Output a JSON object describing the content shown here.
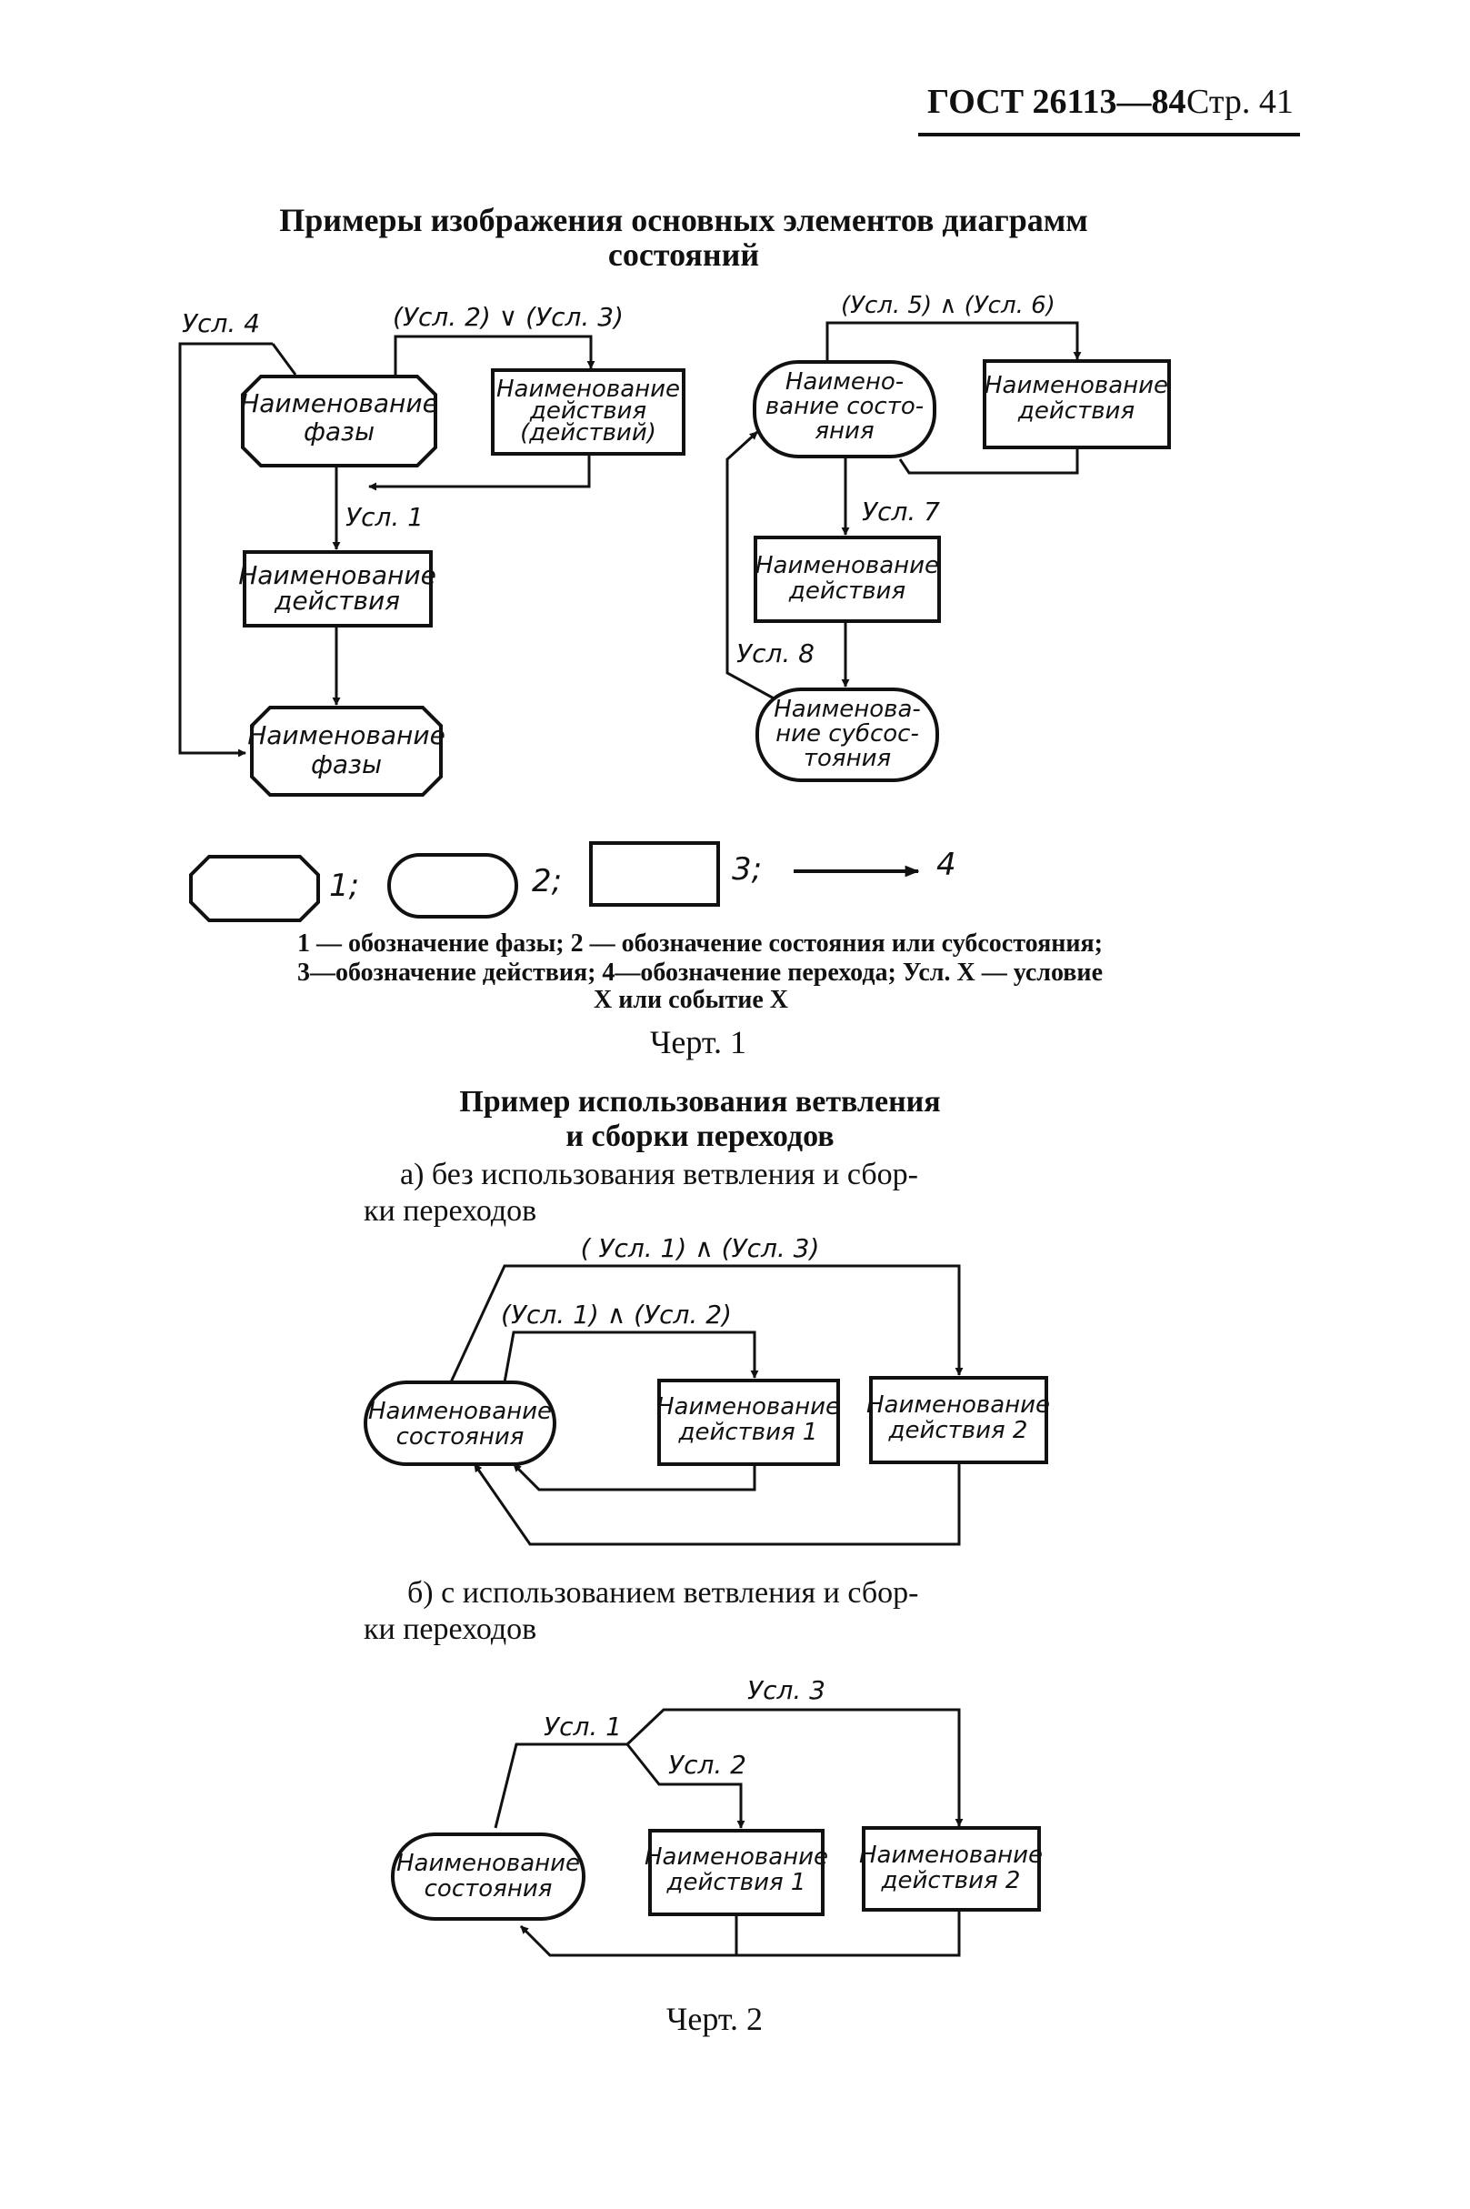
{
  "header": {
    "gost": "ГОСТ 26113—84",
    "page": "Стр. 41"
  },
  "chart1": {
    "title_line1": "Примеры изображения основных элементов диаграмм",
    "title_line2": "состояний",
    "left": {
      "cond4": "Усл. 4",
      "cond23": "(Усл. 2) ∨ (Усл. 3)",
      "phase1": [
        "Наименование",
        "фазы"
      ],
      "action1": [
        "Наименование",
        "действия",
        "(действий)"
      ],
      "cond1": "Усл. 1",
      "action2": [
        "Наименование",
        "действия"
      ],
      "phase2": [
        "Наименование",
        "фазы"
      ]
    },
    "right": {
      "cond56": "(Усл. 5) ∧ (Усл. 6)",
      "state": [
        "Наимено-",
        "вание состо-",
        "яния"
      ],
      "action1": [
        "Наименование",
        "действия"
      ],
      "cond7": "Усл. 7",
      "action2": [
        "Наименование",
        "действия"
      ],
      "cond8": "Усл. 8",
      "substate": [
        "Наименова-",
        "ние субсос-",
        "тояния"
      ]
    },
    "legend_marks": [
      "1;",
      "2;",
      "3;",
      "4"
    ],
    "legend_line1": "1 — обозначение фазы; 2 — обозначение состояния или субсостояния;",
    "legend_line2": "3—обозначение действия; 4—обозначение перехода; Усл. X — условие",
    "legend_line3": "X или событие X",
    "caption": "Черт. 1"
  },
  "chart2": {
    "title_line1": "Пример использования ветвления",
    "title_line2": "и сборки переходов",
    "a_line1": "а) без использования ветвления и сбор-",
    "a_line2": "ки переходов",
    "a": {
      "cond13": "( Усл. 1) ∧ (Усл. 3)",
      "cond12": "(Усл. 1) ∧ (Усл. 2)",
      "state": [
        "Наименование",
        "состояния"
      ],
      "action1": [
        "Наименование",
        "действия 1"
      ],
      "action2": [
        "Наименование",
        "действия 2"
      ]
    },
    "b_line1": "б) с использованием ветвления и сбор-",
    "b_line2": "ки переходов",
    "b": {
      "cond1": "Усл. 1",
      "cond2": "Усл. 2",
      "cond3": "Усл. 3",
      "state": [
        "Наименование",
        "состояния"
      ],
      "action1": [
        "Наименование",
        "действия 1"
      ],
      "action2": [
        "Наименование",
        "действия 2"
      ]
    },
    "caption": "Черт. 2"
  }
}
